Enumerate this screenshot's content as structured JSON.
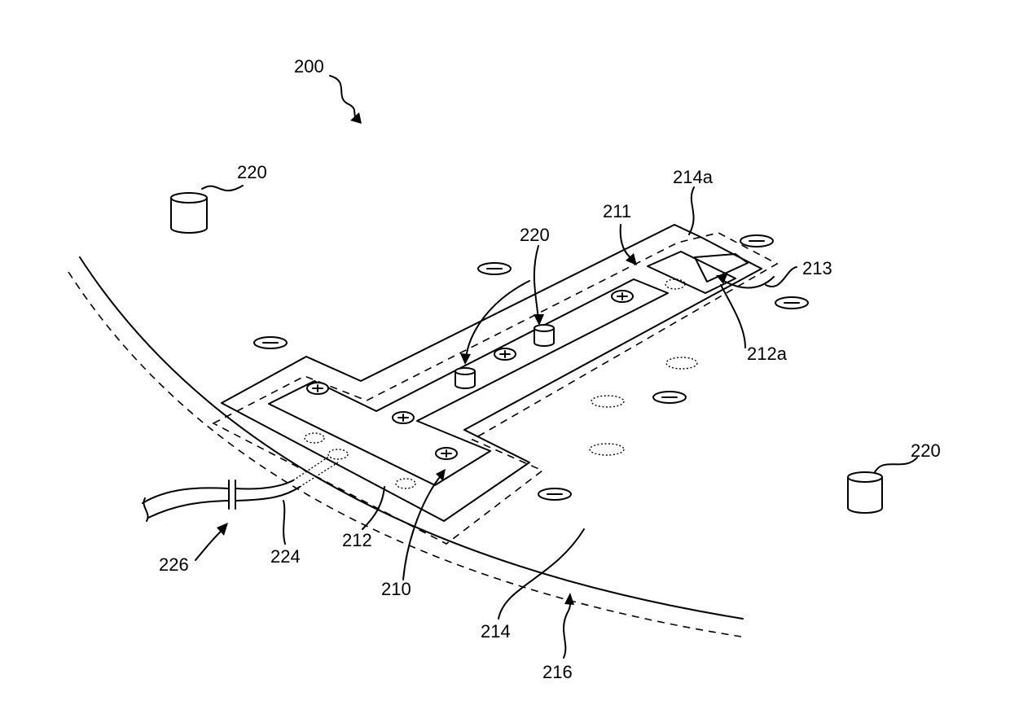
{
  "figure": {
    "ref_assembly": "200",
    "ref_sensor_top_left": "220",
    "ref_sensor_mid": "220",
    "ref_sensor_right": "220",
    "ref_outer_trace": "214a",
    "ref_inner_trace": "211",
    "ref_branch": "213",
    "ref_branch_trace": "212a",
    "ref_electrode": "210",
    "ref_conductive_layer": "212",
    "ref_lead": "224",
    "ref_cable": "226",
    "ref_boundary": "214",
    "ref_outer_boundary": "216"
  }
}
